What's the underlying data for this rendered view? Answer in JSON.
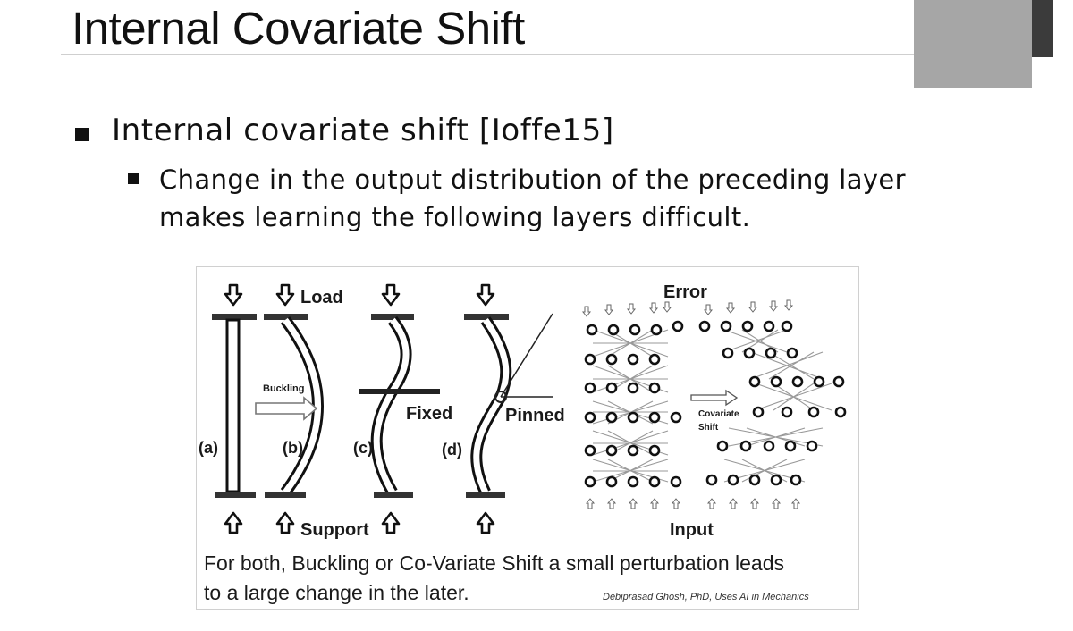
{
  "slide": {
    "title": "Internal Covariate Shift",
    "bullet1": "Internal covariate shift [Ioffe15]",
    "bullet2_line1": "Change in the output distribution of the preceding layer",
    "bullet2_line2": "makes learning the following layers difficult."
  },
  "figure": {
    "labels": {
      "load": "Load",
      "support": "Support",
      "buckling": "Buckling",
      "fixed": "Fixed",
      "pinned": "Pinned",
      "a": "(a)",
      "b": "(b)",
      "c": "(c)",
      "d": "(d)",
      "error": "Error",
      "input": "Input",
      "covariate": "Covariate",
      "shift": "Shift"
    },
    "caption_line1": "For both, Buckling or Co-Variate Shift a small perturbation  leads",
    "caption_line2": "to a large change in the later.",
    "credit": "Debiprasad Ghosh, PhD, Uses AI in Mechanics"
  }
}
